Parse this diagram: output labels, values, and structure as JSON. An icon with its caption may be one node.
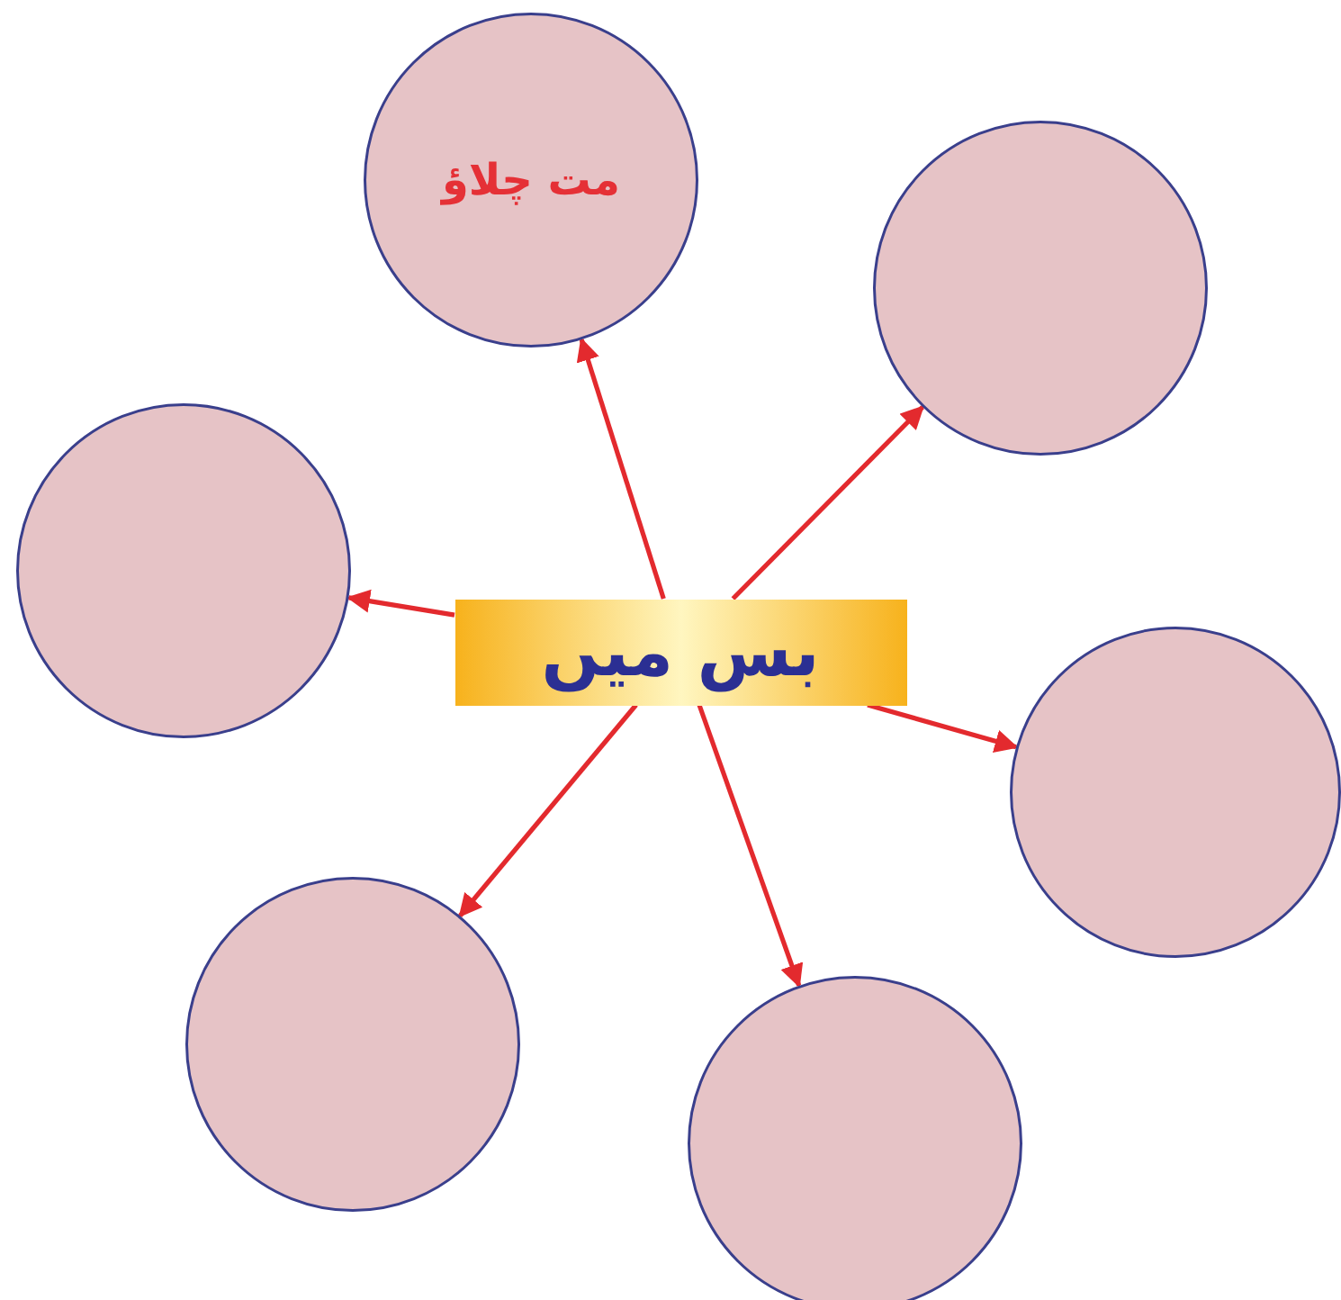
{
  "diagram": {
    "nodes": [
      {
        "text": [
          "بس میں"
        ]
      },
      {
        "text": [
          "مت چلاؤ"
        ]
      },
      {
        "text": [],
        "shape": "circle"
      },
      {
        "text": [],
        "shape": "circle"
      },
      {
        "text": [],
        "shape": "circle"
      },
      {
        "text": [],
        "shape": "circle"
      },
      {
        "text": [],
        "shape": "circle"
      }
    ],
    "edges": [
      {
        "from": 0,
        "to": 1,
        "arrow": "to"
      },
      {
        "from": 0,
        "to": 2,
        "arrow": "to"
      },
      {
        "from": 0,
        "to": 3,
        "arrow": "to"
      },
      {
        "from": 0,
        "to": 4,
        "arrow": "to"
      },
      {
        "from": 0,
        "to": 5,
        "arrow": "to"
      },
      {
        "from": 0,
        "to": 6,
        "arrow": "to"
      }
    ]
  }
}
